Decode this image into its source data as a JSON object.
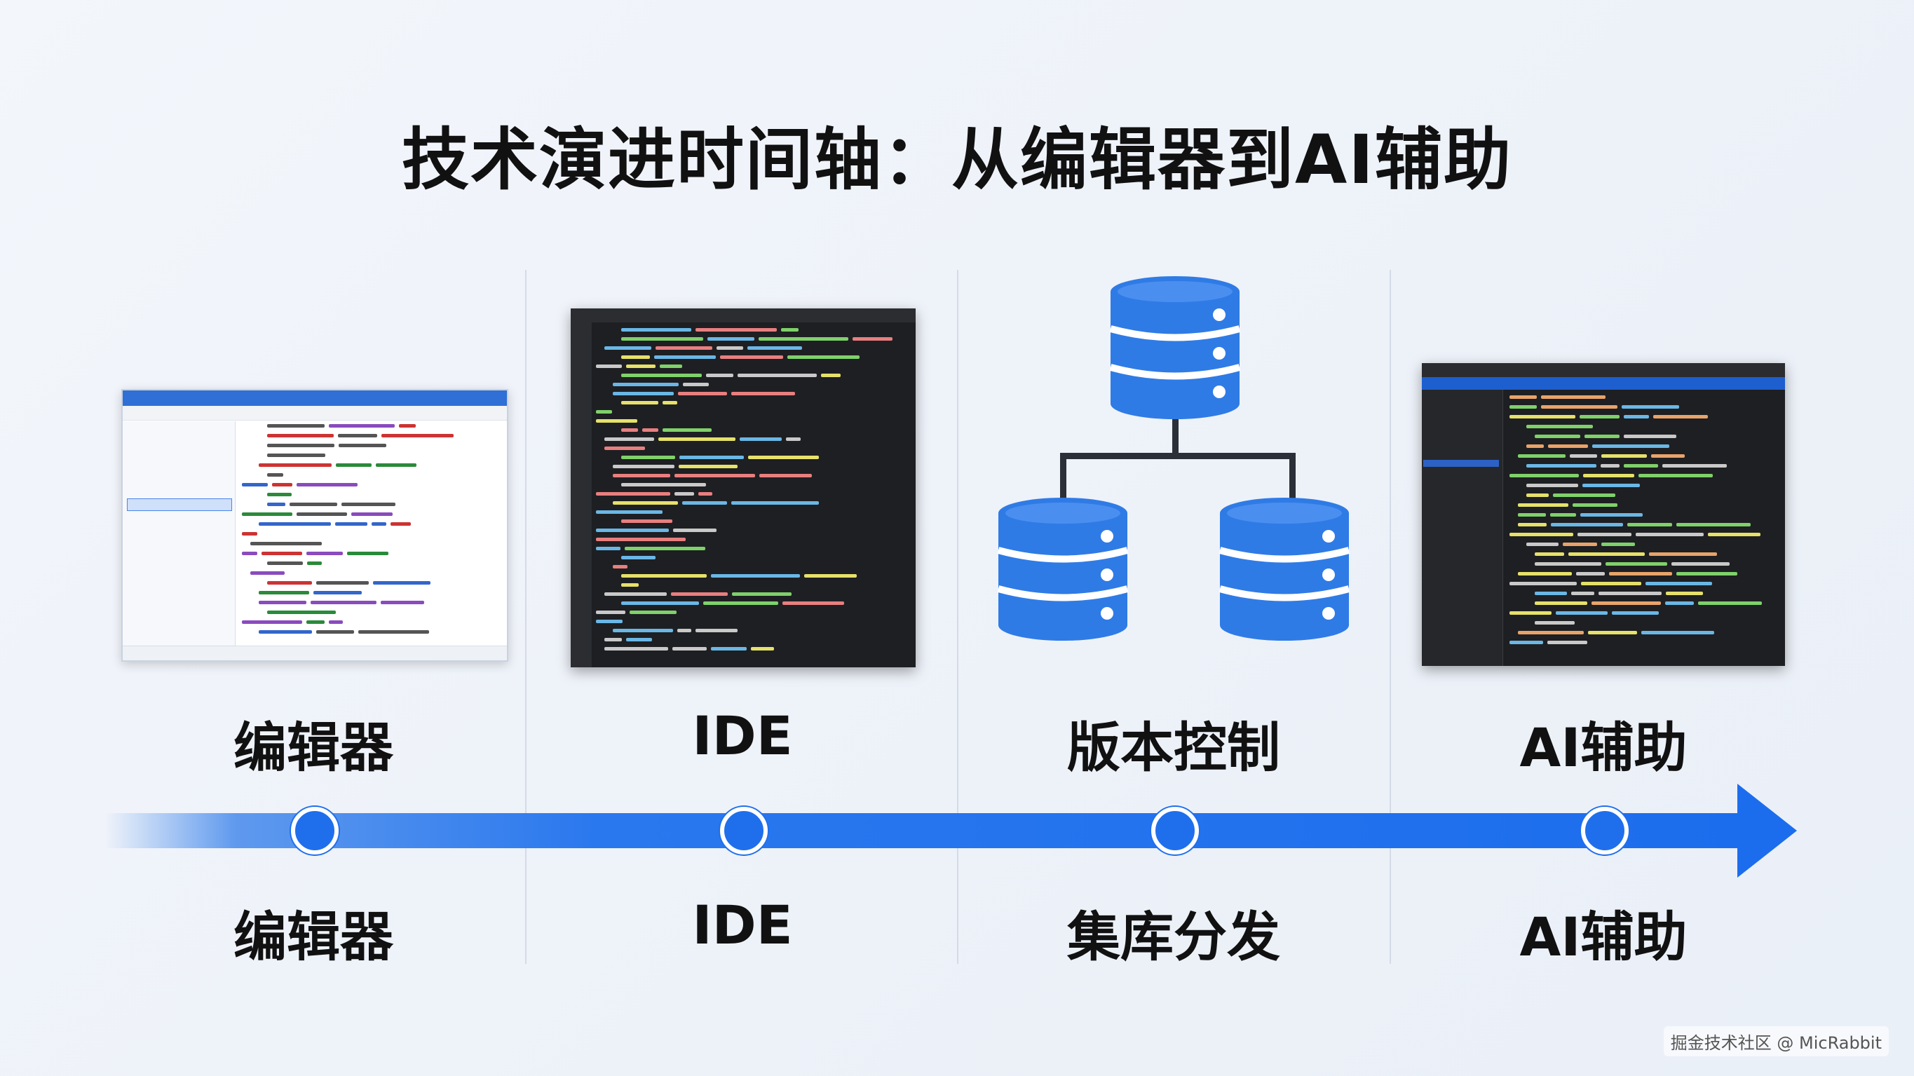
{
  "title": "技术演进时间轴：从编辑器到AI辅助",
  "stages": [
    {
      "top_label": "编辑器",
      "bottom_label": "编辑器",
      "visual": "light-text-editor-window"
    },
    {
      "top_label": "IDE",
      "bottom_label": "IDE",
      "visual": "dark-ide-window"
    },
    {
      "top_label": "版本控制",
      "bottom_label": "集库分发",
      "visual": "database-tree-icon"
    },
    {
      "top_label": "AI辅助",
      "bottom_label": "AI辅助",
      "visual": "dark-ai-editor-window"
    }
  ],
  "watermark": "掘金技术社区 @ MicRabbit",
  "colors": {
    "accent": "#1f6fed",
    "db_blue": "#2f7be6",
    "text": "#111111",
    "background": "#eef2f9"
  }
}
